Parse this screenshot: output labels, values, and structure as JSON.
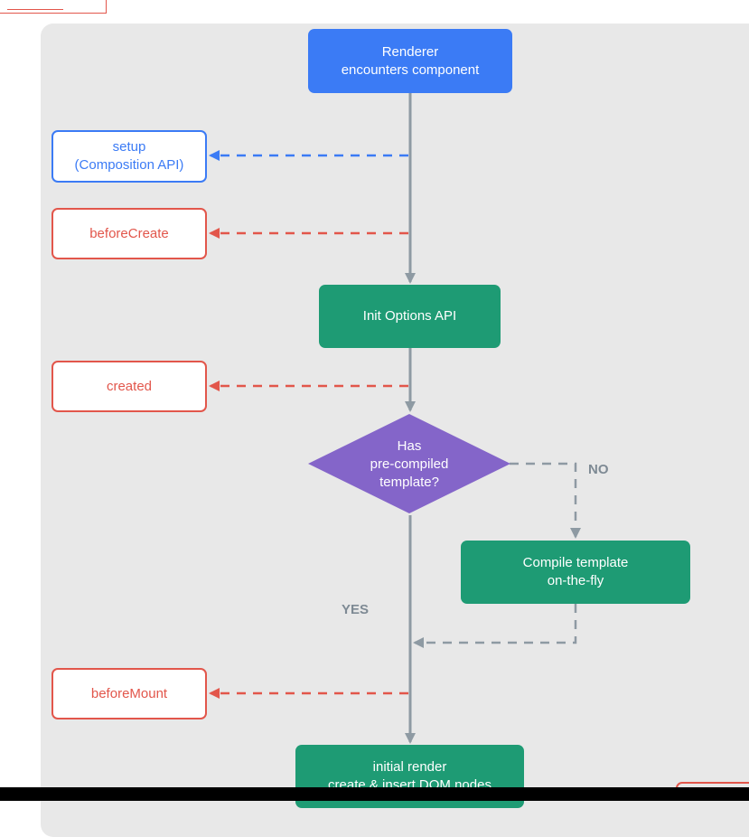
{
  "colors": {
    "hook_red": "#e2564b",
    "hook_blue": "#3b7bf5",
    "process_green": "#1e9b74",
    "start_blue": "#3b7bf5",
    "decision_purple": "#8465c9",
    "connector_gray": "#8e9aa3",
    "panel_bg": "#e8e8e8"
  },
  "nodes": {
    "renderer": {
      "line1": "Renderer",
      "line2": "encounters component"
    },
    "setup": {
      "line1": "setup",
      "line2": "(Composition API)"
    },
    "before_create": {
      "label": "beforeCreate"
    },
    "init_options": {
      "label": "Init Options API"
    },
    "created": {
      "label": "created"
    },
    "decision": {
      "line1": "Has",
      "line2": "pre-compiled",
      "line3": "template?"
    },
    "compile": {
      "line1": "Compile template",
      "line2": "on-the-fly"
    },
    "before_mount": {
      "label": "beforeMount"
    },
    "initial_render": {
      "line1": "initial render",
      "line2": "create & insert DOM nodes"
    }
  },
  "edge_labels": {
    "no": "NO",
    "yes": "YES"
  }
}
